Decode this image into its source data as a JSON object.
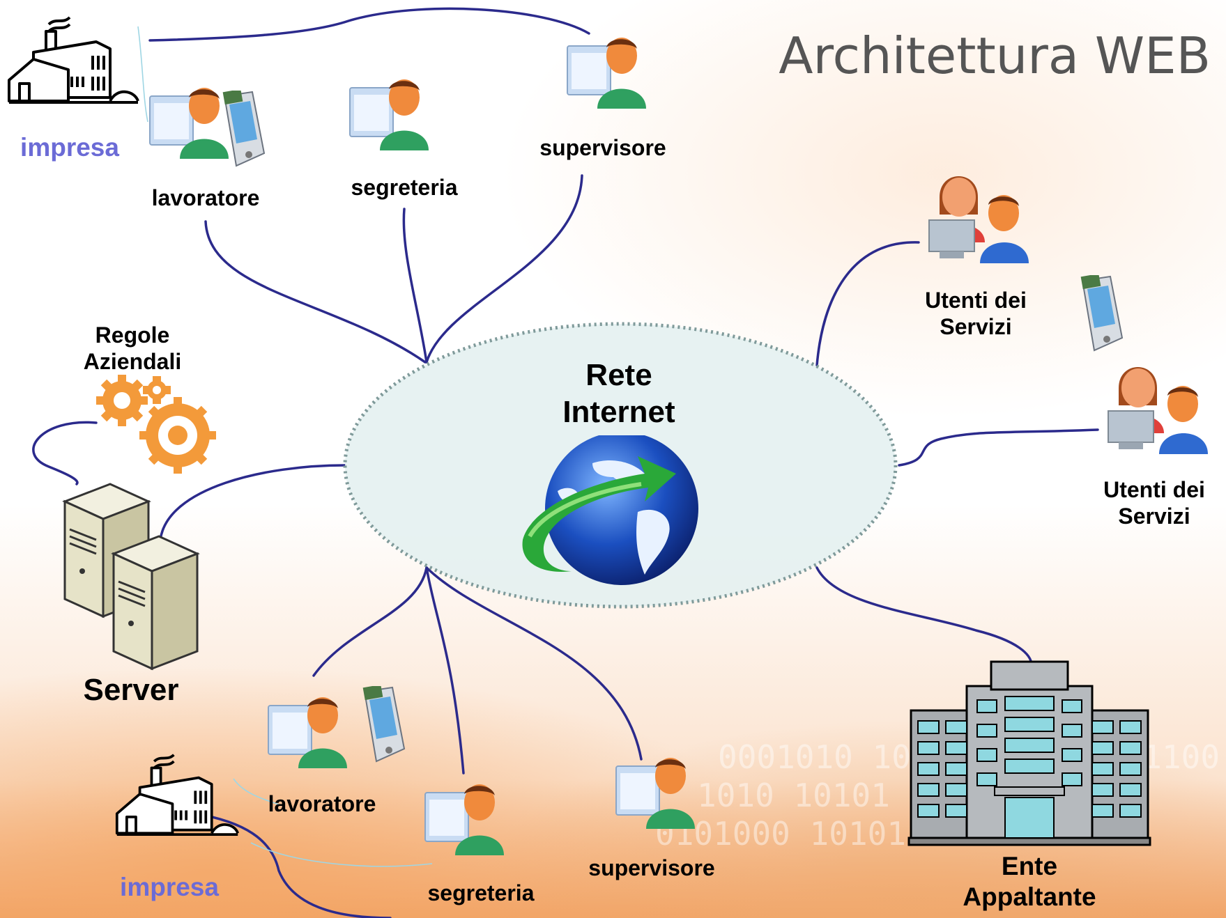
{
  "title": "Architettura WEB",
  "network": {
    "label_line1": "Rete",
    "label_line2": "Internet"
  },
  "nodes": {
    "impresa_top": "impresa",
    "lavoratore_top": "lavoratore",
    "segreteria_top": "segreteria",
    "supervisore_top": "supervisore",
    "regole_line1": "Regole",
    "regole_line2": "Aziendali",
    "server": "Server",
    "utenti1_line1": "Utenti dei",
    "utenti1_line2": "Servizi",
    "utenti2_line1": "Utenti dei",
    "utenti2_line2": "Servizi",
    "lavoratore_bottom": "lavoratore",
    "segreteria_bottom": "segreteria",
    "supervisore_bottom": "supervisore",
    "impresa_bottom": "impresa",
    "ente_line1": "Ente",
    "ente_line2": "Appaltante"
  },
  "colors": {
    "connector": "#2b2a8c",
    "impresa_text": "#6b6bd6",
    "network_fill": "#e3f0f0",
    "network_border": "#7f9a9a",
    "gear": "#f39a3a",
    "person_head": "#f08a3c",
    "person_body": "#2fa060",
    "person_female_hair": "#a24a1c",
    "person_female_body": "#e0403a",
    "person_male_body": "#2f6ad0"
  },
  "icons": [
    "factory-icon",
    "workstation-user-icon",
    "pda-icon",
    "globe-icon",
    "gear-icon",
    "server-icon",
    "office-building-icon",
    "users-group-icon"
  ]
}
